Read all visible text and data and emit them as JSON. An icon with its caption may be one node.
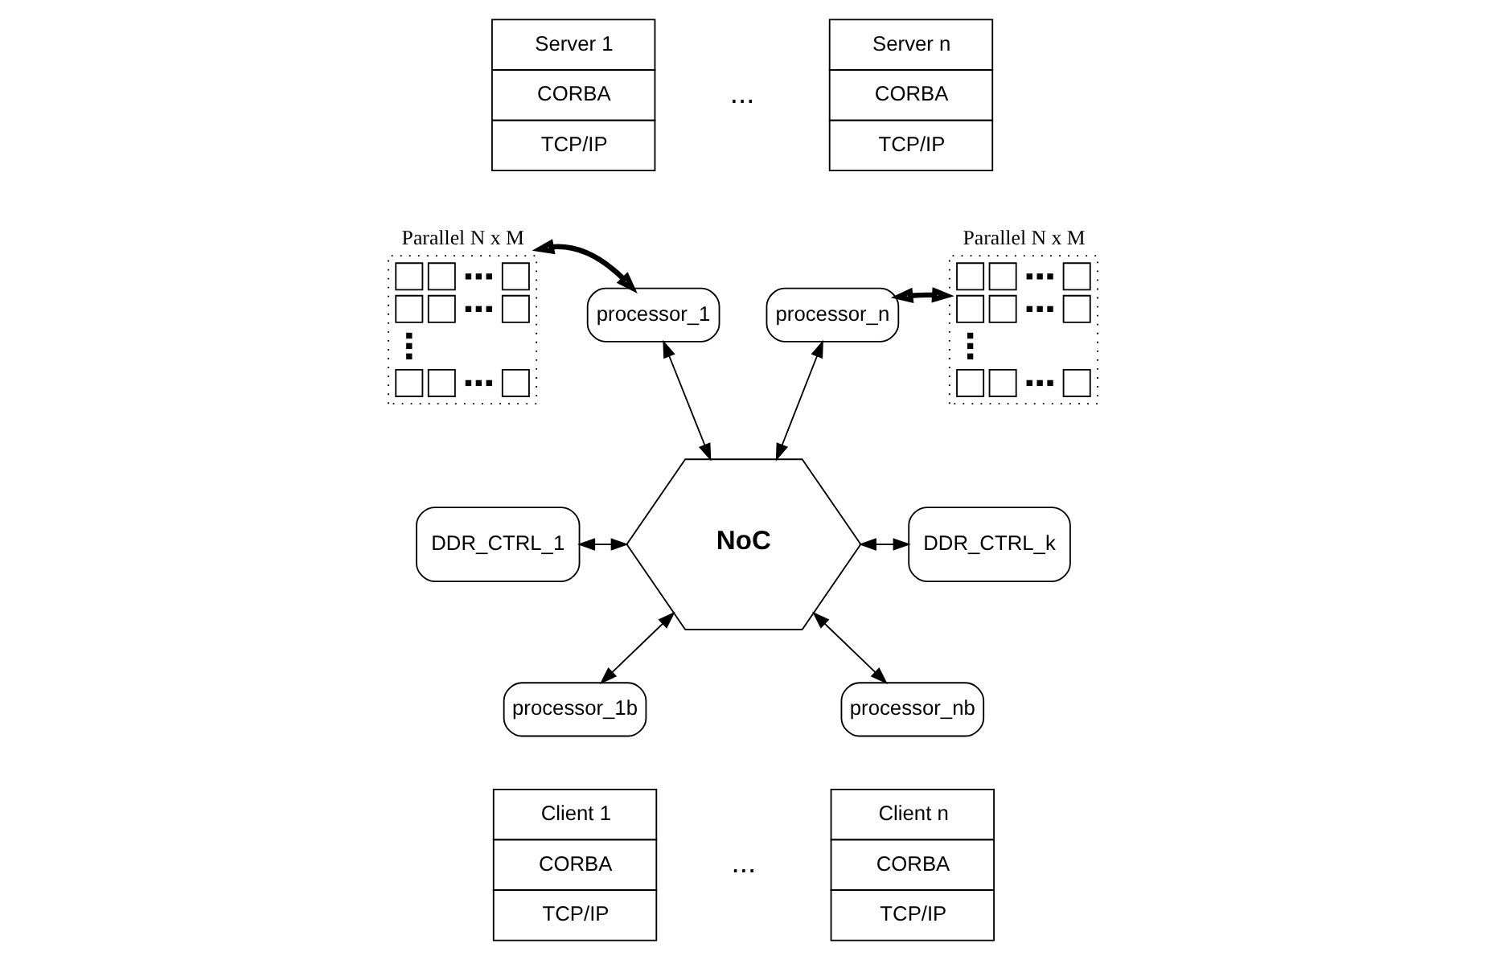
{
  "diagram": {
    "nodes": [
      {
        "text": [
          "Server 1",
          "CORBA",
          "TCP/IP"
        ]
      },
      {
        "text": [
          "Server n",
          "CORBA",
          "TCP/IP"
        ]
      },
      {
        "text": [
          "Parallel N x M"
        ]
      },
      {
        "text": [
          "processor_1"
        ]
      },
      {
        "text": [
          "processor_n"
        ]
      },
      {
        "text": [
          "Parallel N x M"
        ]
      },
      {
        "text": [
          "DDR_CTRL_1"
        ]
      },
      {
        "text": [
          "NoC"
        ]
      },
      {
        "text": [
          "DDR_CTRL_k"
        ]
      },
      {
        "text": [
          "processor_1b"
        ]
      },
      {
        "text": [
          "processor_nb"
        ]
      },
      {
        "text": [
          "Client 1",
          "CORBA",
          "TCP/IP"
        ]
      },
      {
        "text": [
          "Client n",
          "CORBA",
          "TCP/IP"
        ]
      }
    ],
    "edges": [
      {
        "from": 2,
        "to": 3,
        "arrow": "both",
        "style": "thick"
      },
      {
        "from": 3,
        "to": 7,
        "arrow": "both"
      },
      {
        "from": 4,
        "to": 7,
        "arrow": "both"
      },
      {
        "from": 4,
        "to": 5,
        "arrow": "both",
        "style": "thick"
      },
      {
        "from": 6,
        "to": 7,
        "arrow": "both"
      },
      {
        "from": 7,
        "to": 8,
        "arrow": "both"
      },
      {
        "from": 9,
        "to": 7,
        "arrow": "both"
      },
      {
        "from": 7,
        "to": 10,
        "arrow": "both"
      }
    ],
    "labels": [
      "...",
      "..."
    ]
  }
}
